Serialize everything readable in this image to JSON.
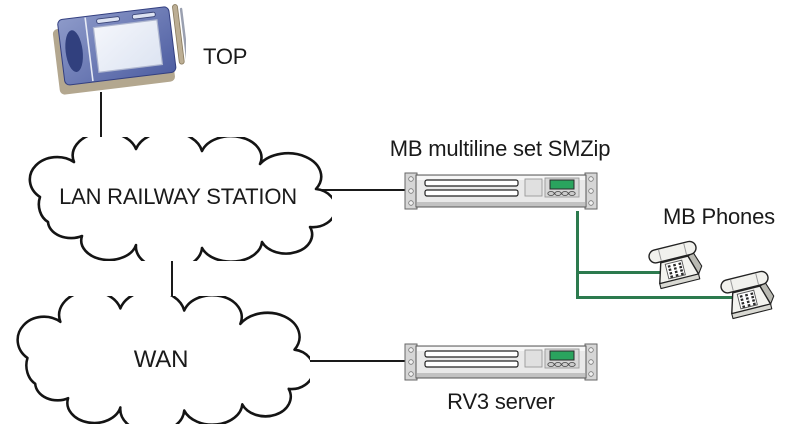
{
  "diagram": {
    "type": "network-topology",
    "nodes": {
      "top_terminal": {
        "label": "TOP",
        "kind": "terminal-device"
      },
      "lan_cloud": {
        "label": "LAN RAILWAY STATION",
        "kind": "network-cloud"
      },
      "wan_cloud": {
        "label": "WAN",
        "kind": "network-cloud"
      },
      "smzip_server": {
        "label": "MB multiline set SMZip",
        "kind": "rack-server"
      },
      "rv3_server": {
        "label": "RV3 server",
        "kind": "rack-server"
      },
      "mb_phones": {
        "label": "MB Phones",
        "kind": "phone-group",
        "count": 2
      }
    },
    "edges": [
      {
        "from": "top_terminal",
        "to": "lan_cloud",
        "style": "solid",
        "color": "#1a1a1a"
      },
      {
        "from": "lan_cloud",
        "to": "smzip_server",
        "style": "solid",
        "color": "#1a1a1a"
      },
      {
        "from": "lan_cloud",
        "to": "wan_cloud",
        "style": "solid",
        "color": "#1a1a1a"
      },
      {
        "from": "wan_cloud",
        "to": "rv3_server",
        "style": "solid",
        "color": "#1a1a1a"
      },
      {
        "from": "smzip_server",
        "to": "mb_phone_1",
        "style": "solid",
        "color": "#2c7a4e"
      },
      {
        "from": "smzip_server",
        "to": "mb_phone_2",
        "style": "solid",
        "color": "#2c7a4e"
      }
    ],
    "colors": {
      "background": "#ffffff",
      "outline": "#1a1a1a",
      "phone_link_green": "#2c7a4e",
      "lcd_green": "#2aa45e",
      "device_blue": "#5b6aa8",
      "shadow_beige": "#b3a78f",
      "server_gray": "#e9e9e9"
    }
  }
}
